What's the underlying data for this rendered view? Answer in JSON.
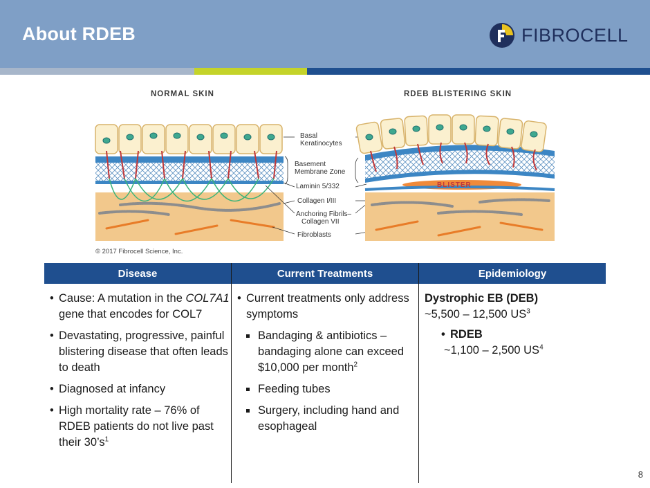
{
  "header": {
    "title": "About RDEB",
    "logo_text": "FIBROCELL",
    "colors": {
      "header_bg": "#7f9fc6",
      "stripe_gray": "#a7b6ca",
      "stripe_green": "#c4d32a",
      "stripe_blue": "#1f4f8f",
      "logo_navy": "#1f2f5c",
      "logo_yellow": "#e8c21e"
    }
  },
  "figure": {
    "normal_title": "NORMAL SKIN",
    "rdeb_title": "RDEB BLISTERING SKIN",
    "labels": {
      "basal": "Basal",
      "keratinocytes": "Keratinocytes",
      "basement": "Basement",
      "membrane_zone": "Membrane Zone",
      "laminin": "Laminin 5/332",
      "collagen13": "Collagen I/III",
      "anchoring": "Anchoring Fibrils–",
      "collagen7": "Collagen VII",
      "fibroblasts": "Fibroblasts",
      "blister": "BLISTER"
    },
    "copyright": "© 2017 Fibrocell Science, Inc."
  },
  "table": {
    "headers": [
      "Disease",
      "Current Treatments",
      "Epidemiology"
    ],
    "disease": {
      "b1_pre": "Cause: A mutation in the ",
      "b1_gene": "COL7A1",
      "b1_post": " gene that encodes for COL7",
      "b2": "Devastating, progressive, painful blistering disease that often leads to death",
      "b3": "Diagnosed at infancy",
      "b4": "High mortality rate – 76% of RDEB patients do not live past their 30’s",
      "b4_ref": "1"
    },
    "treatments": {
      "b1": "Current treatments only address symptoms",
      "s1": "Bandaging & antibiotics – bandaging alone can exceed $10,000 per month",
      "s1_ref": "2",
      "s2": "Feeding tubes",
      "s3": "Surgery, including hand and esophageal"
    },
    "epidemiology": {
      "deb_label": "Dystrophic EB (DEB)",
      "deb_value": "~5,500 – 12,500 US",
      "deb_ref": "3",
      "rdeb_label": "RDEB",
      "rdeb_value": "~1,100 – 2,500 US",
      "rdeb_ref": "4"
    }
  },
  "page_number": "8"
}
